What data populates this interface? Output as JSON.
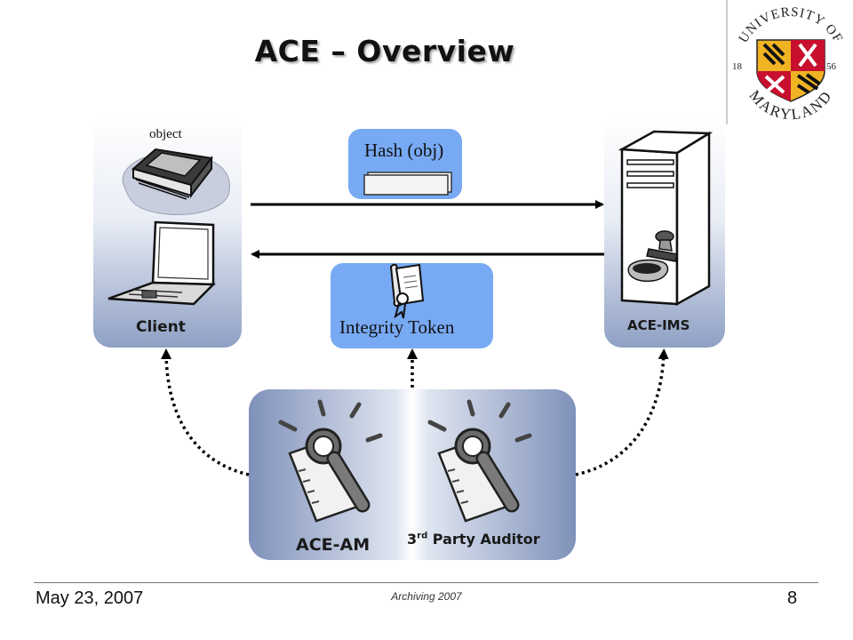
{
  "slide": {
    "title": "ACE – Overview"
  },
  "diagram": {
    "client": {
      "label": "Client",
      "object_label": "object"
    },
    "ims": {
      "label": "ACE-IMS"
    },
    "hash": {
      "label": "Hash (obj)"
    },
    "token": {
      "label": "Integrity Token"
    },
    "audit": {
      "am_label": "ACE-AM",
      "auditor_prefix": "3",
      "auditor_sup": "rd",
      "auditor_rest": " Party Auditor"
    }
  },
  "logo": {
    "top_text": "UNIVERSITY OF",
    "bottom_text": "MARYLAND",
    "year_left": "18",
    "year_right": "56"
  },
  "footer": {
    "date": "May 23, 2007",
    "center": "Archiving 2007",
    "page": "8"
  },
  "colors": {
    "bubble": "#78aaf4",
    "logo_red": "#c8102e",
    "logo_gold": "#f0b323"
  }
}
